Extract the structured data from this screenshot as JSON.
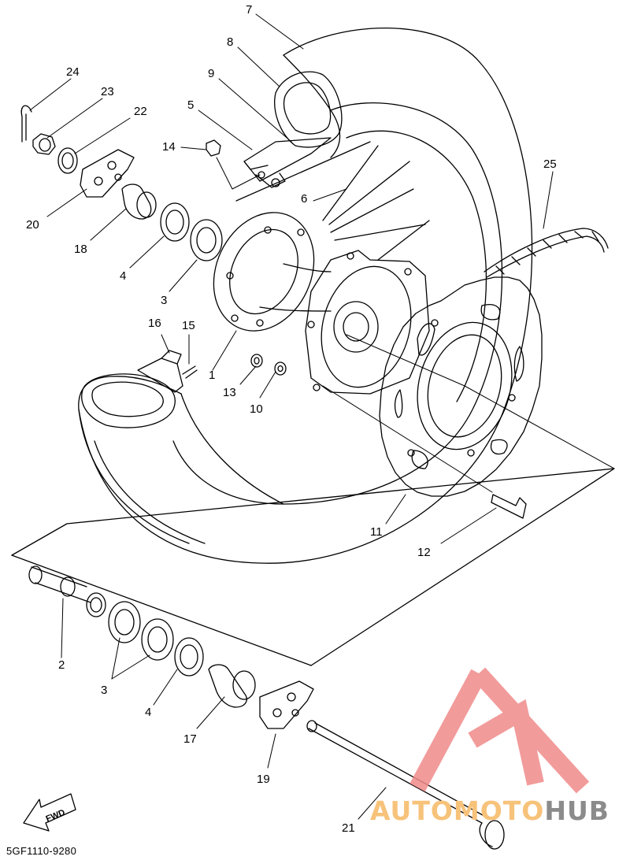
{
  "diagram": {
    "labels": {
      "l1": "1",
      "l2": "2",
      "l3a": "3",
      "l3b": "3",
      "l4a": "4",
      "l4b": "4",
      "l5": "5",
      "l6": "6",
      "l7": "7",
      "l8": "8",
      "l9": "9",
      "l10": "10",
      "l11": "11",
      "l12": "12",
      "l13": "13",
      "l14": "14",
      "l15": "15",
      "l16": "16",
      "l17": "17",
      "l18": "18",
      "l19": "19",
      "l20": "20",
      "l21": "21",
      "l22": "22",
      "l23": "23",
      "l24": "24",
      "l25": "25"
    },
    "diagram_code": "5GF1110-9280",
    "fwd_label": "FWD"
  },
  "watermark": {
    "part1": "AUTOMOTO",
    "part2": "HUB"
  },
  "colors": {
    "line": "#000000",
    "watermark_red": "#f08a8a",
    "watermark_orange": "#f7c27a",
    "watermark_gray": "#8b8b8b"
  }
}
